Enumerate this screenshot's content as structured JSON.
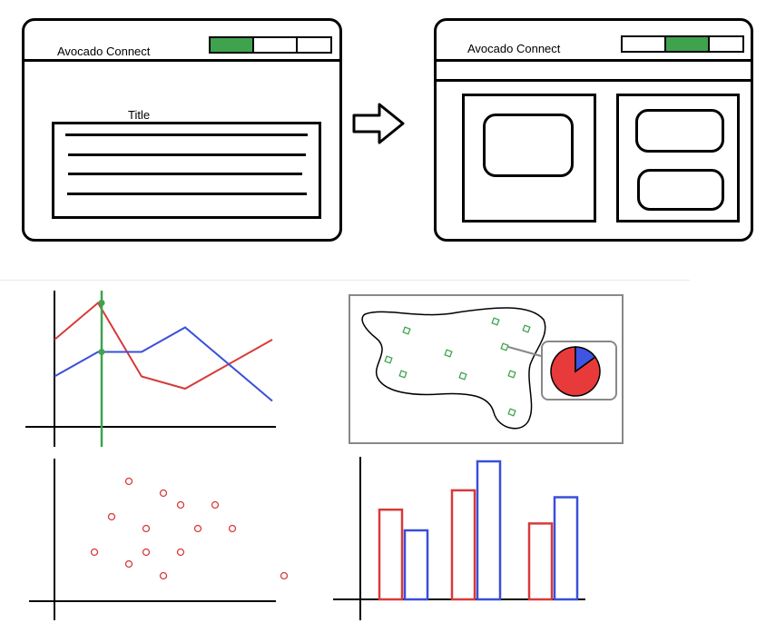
{
  "left_mockup": {
    "app_title": "Avocado Connect",
    "tabs": [
      {
        "active": true
      },
      {
        "active": false
      },
      {
        "active": false
      }
    ],
    "content_title": "Title",
    "lines": 4
  },
  "right_mockup": {
    "app_title": "Avocado Connect",
    "tabs": [
      {
        "active": false
      },
      {
        "active": true
      },
      {
        "active": false
      }
    ]
  },
  "colors": {
    "red": "#d93a3a",
    "blue": "#3a4fd9",
    "green": "#3fa34d",
    "pie_red": "#e83a3a",
    "pie_blue": "#3d55e0"
  },
  "chart_data": [
    {
      "type": "line",
      "x": [
        0,
        1,
        2,
        3,
        4,
        5
      ],
      "series": [
        {
          "color": "red",
          "values": [
            6,
            9,
            3,
            2,
            4,
            6
          ]
        },
        {
          "color": "blue",
          "values": [
            3,
            5,
            5,
            7,
            4,
            1
          ]
        }
      ],
      "cursor_x": 1
    },
    {
      "type": "scatter",
      "points": [
        [
          3,
          9
        ],
        [
          5,
          8
        ],
        [
          6,
          7
        ],
        [
          8,
          7
        ],
        [
          2,
          6
        ],
        [
          4,
          5
        ],
        [
          7,
          5
        ],
        [
          9,
          5
        ],
        [
          1,
          3
        ],
        [
          4,
          3
        ],
        [
          6,
          3
        ],
        [
          3,
          2
        ],
        [
          5,
          1
        ],
        [
          12,
          1
        ]
      ]
    },
    {
      "type": "bar",
      "categories": [
        "1",
        "2",
        "3"
      ],
      "series": [
        {
          "color": "red",
          "values": [
            6.5,
            7.9,
            5.5
          ]
        },
        {
          "color": "blue",
          "values": [
            5.0,
            10.0,
            7.4
          ]
        }
      ]
    },
    {
      "type": "pie",
      "slices": [
        {
          "color": "red",
          "value": 85
        },
        {
          "color": "blue",
          "value": 15
        }
      ]
    }
  ]
}
